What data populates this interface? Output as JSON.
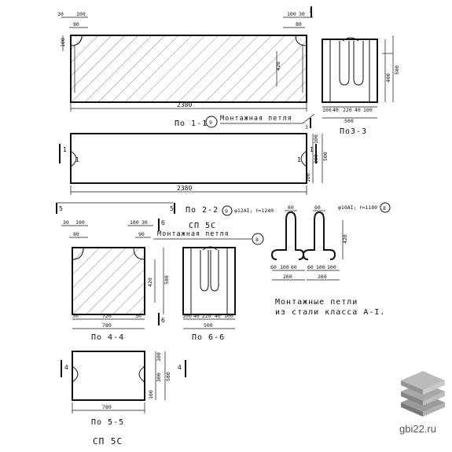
{
  "block_top": {
    "dims_top_left": [
      "30",
      "100",
      "80"
    ],
    "dims_top_right": [
      "100",
      "30",
      "80"
    ],
    "dim_left": "100",
    "dim_inner": "420",
    "length": "2380",
    "caption": "По 1-1",
    "callout_number": "9",
    "callout_label": "Монтажная петля",
    "section_mark": "3"
  },
  "section_33": {
    "dims_right": [
      "400",
      "580"
    ],
    "dims_bottom": [
      "100",
      "40",
      "220",
      "40",
      "100"
    ],
    "width": "500",
    "caption": "По3-3"
  },
  "plan_top": {
    "section_mark_left": "1",
    "section_mark_right": "1",
    "dims_right": [
      "100",
      "300",
      "100",
      "500"
    ],
    "dim_small": "100",
    "length": "2380"
  },
  "middle_row": {
    "mark_left": "5",
    "mark_right": "5",
    "caption": "По 2-2",
    "subcaption": "СП 5С",
    "callout_number": "9",
    "callout_spec": "φ12АI; ℓ=1240",
    "dims_top_left": [
      "30",
      "100",
      "80"
    ],
    "dims_top_right": [
      "100",
      "30",
      "90"
    ],
    "callout_label": "Монтажная петля",
    "callout_number_2": "8",
    "mark_6": "6"
  },
  "block_44": {
    "dim_inner": "420",
    "dim_height": "580",
    "dims_bottom": [
      "30",
      "720",
      "30"
    ],
    "length": "780",
    "caption": "По 4-4",
    "mark": "6"
  },
  "section_66": {
    "dims_bottom": [
      "100",
      "40",
      "220",
      "40",
      "100"
    ],
    "width": "500",
    "caption": "По 6-6"
  },
  "loops": {
    "loop1_top": "60",
    "loop1_dims": [
      "60",
      "100",
      "60",
      "260"
    ],
    "loop2_top": "60",
    "loop2_spec": "φ10АI; ℓ=1180",
    "loop2_number": "8",
    "loop2_dims": [
      "60",
      "100",
      "100",
      "260"
    ],
    "dim_height": "420",
    "title_line1": "Монтажные петли",
    "title_line2": "из стали класса А-I."
  },
  "plan_55": {
    "mark_left": "4",
    "mark_right": "4",
    "dims_right": [
      "100",
      "300",
      "100",
      "580"
    ],
    "dim_small": "100",
    "length": "780",
    "caption": "По 5-5",
    "title": "СП 5С"
  },
  "watermark": "gbi22.ru"
}
